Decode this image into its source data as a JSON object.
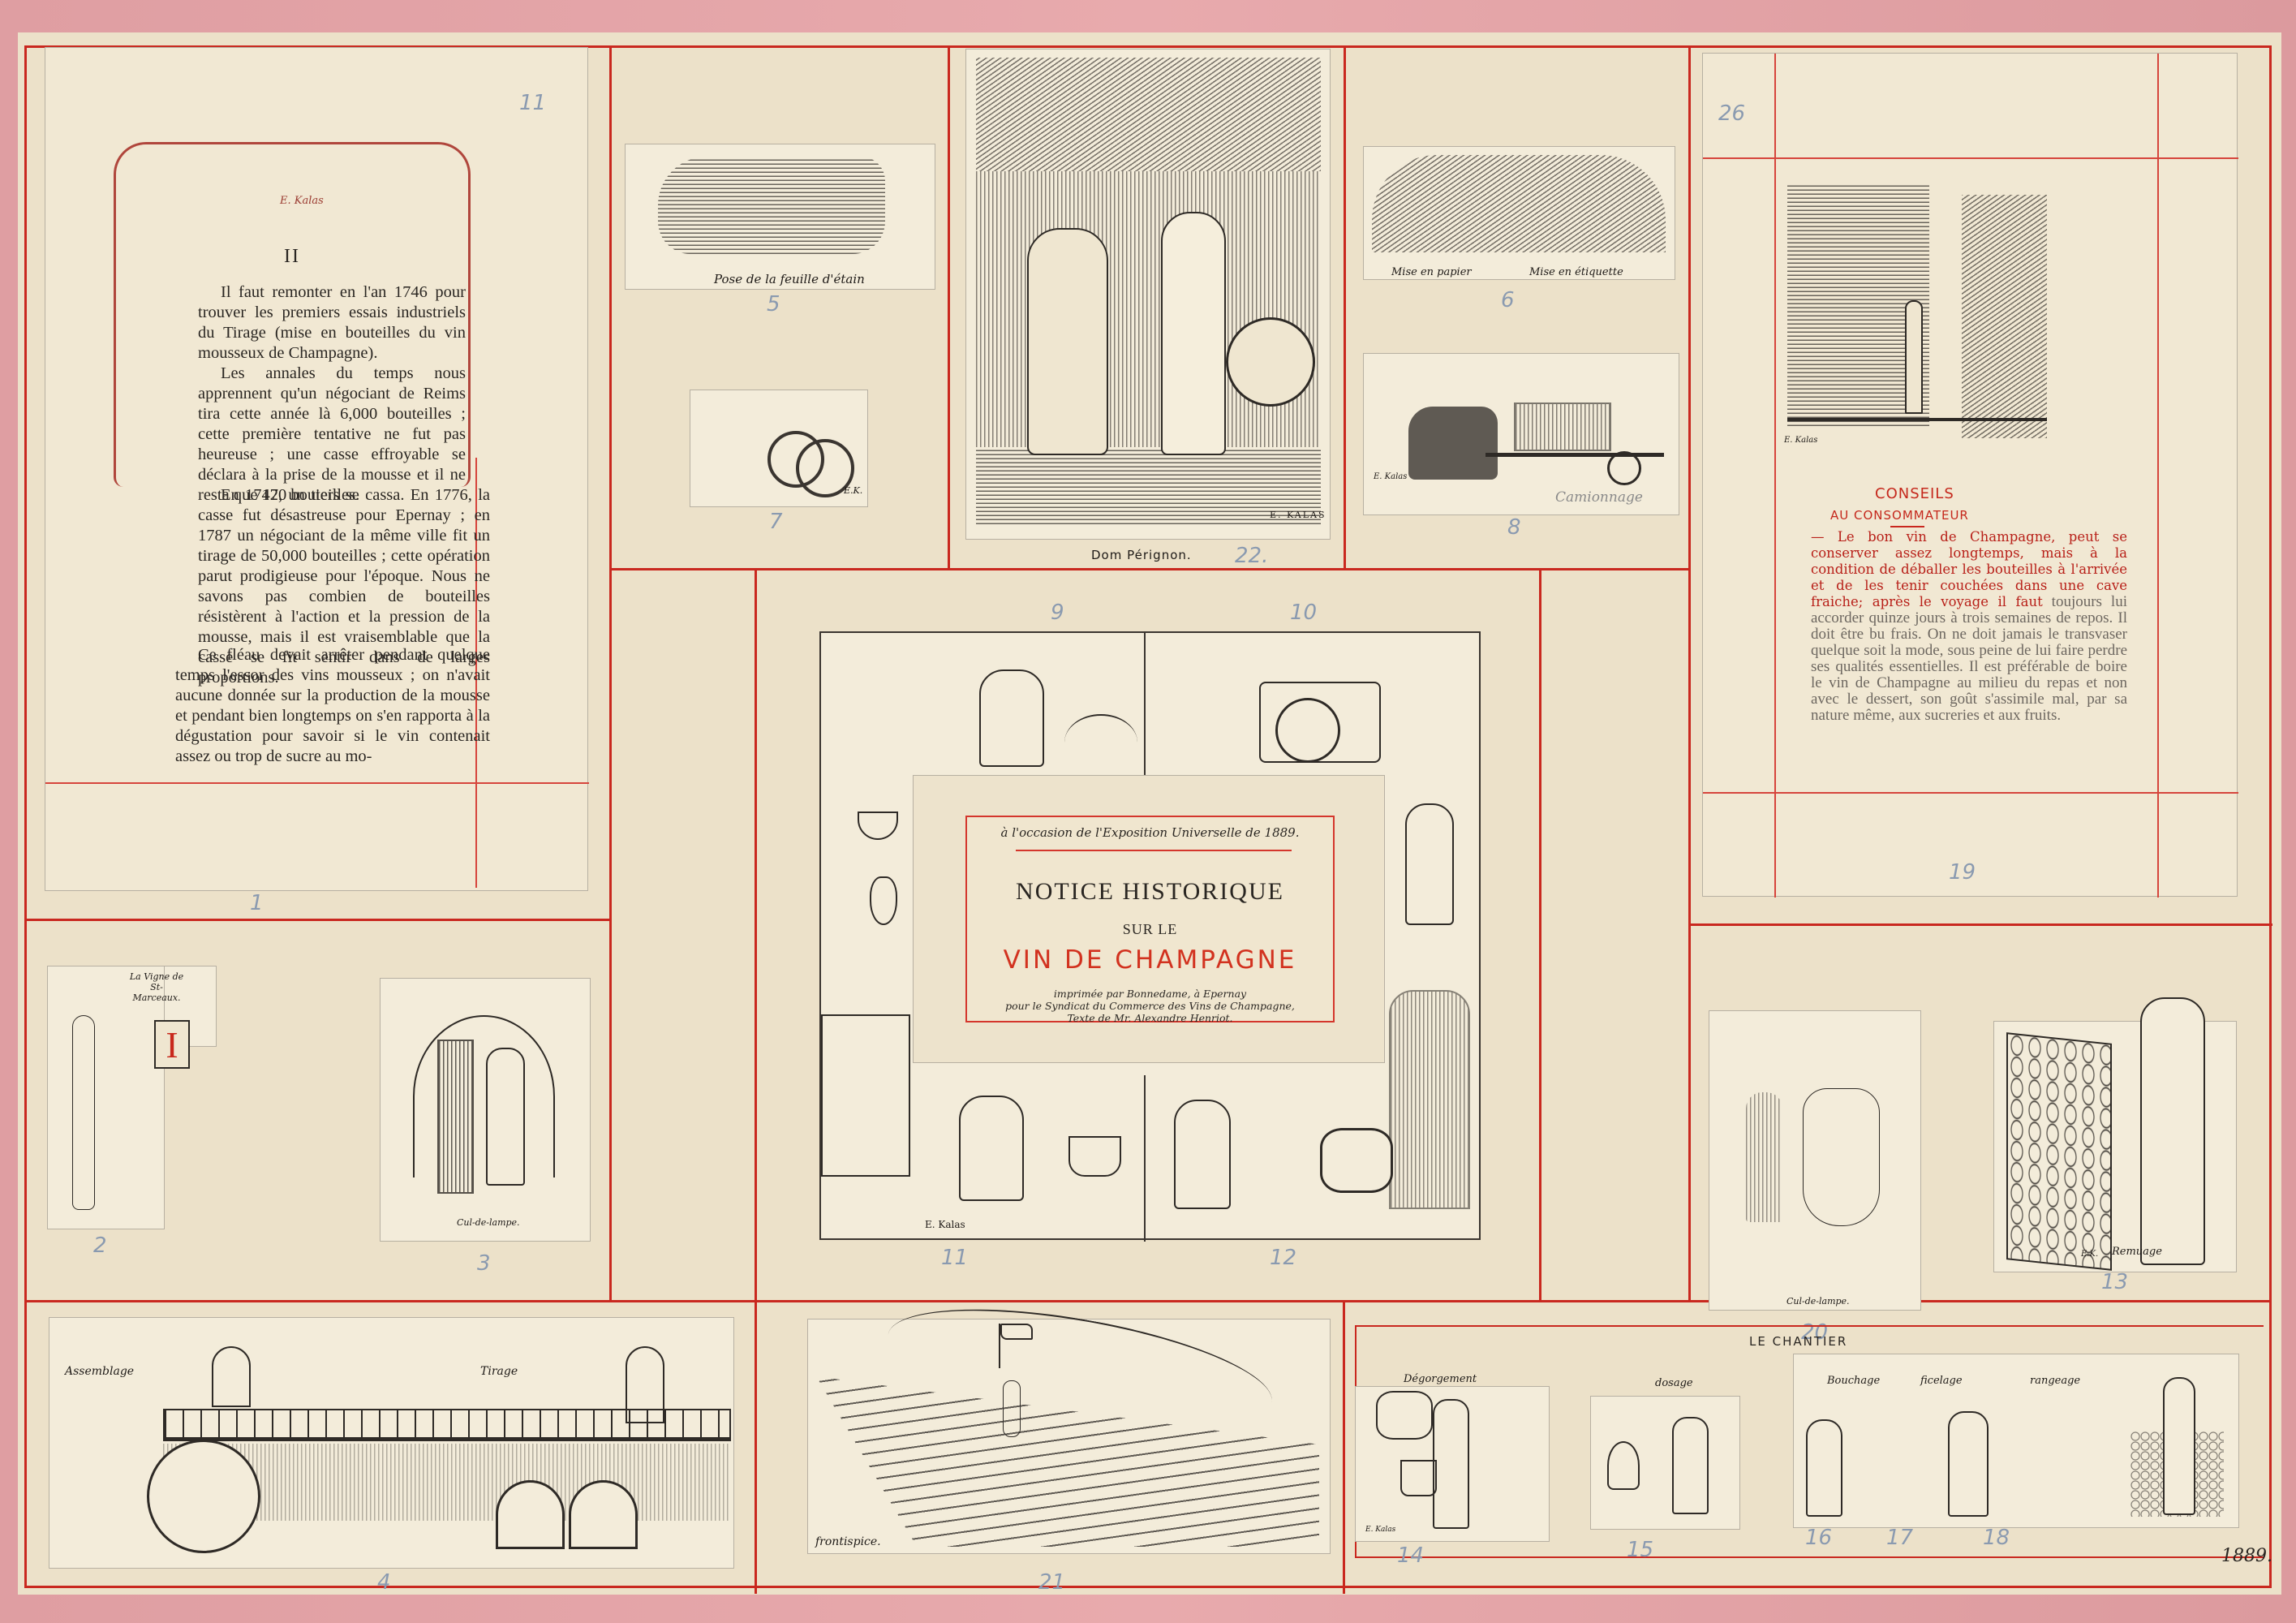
{
  "document": {
    "title": "Notice historique sur le Vin de Champagne — planche de maquette",
    "year_mark": "1889.",
    "colors": {
      "mat": "#e3a1a4",
      "paper": "#ece1c9",
      "rule_red": "#c9281f",
      "title_red": "#d2321f",
      "pencil_numbers": "#8a9ab0"
    }
  },
  "page1": {
    "folio": "11",
    "signature": "E. Kalas",
    "chapter": "II",
    "paragraphs": [
      "Il faut remonter en l'an 1746 pour trouver les premiers essais industriels du Tirage (mise en bouteilles du vin mousseux de Champagne).",
      "Les annales du temps nous apprennent qu'un négociant de Reims tira cette année là 6,000 bouteilles ; cette première tentative ne fut pas heureuse ; une casse effroyable se déclara à la prise de la mousse et il ne resta que 120 bouteilles.",
      "En 1747, un tiers se cassa. En 1776, la casse fut désastreuse pour Epernay ; en 1787 un négociant de la même ville fit un tirage de 50,000 bouteilles ; cette opération parut prodigieuse pour l'époque. Nous ne savons pas combien de bouteilles résistèrent à l'action et la pression de la mousse, mais il est vraisemblable que la casse se fit sentir dans de larges proportions.",
      "Ce fléau devait arrêter pendant quelque temps l'essor des vins mousseux ; on n'avait aucune donnée sur la production de la mousse et pendant bien longtemps on s'en rapporta à la dégustation pour savoir si le vin contenait assez ou trop de sucre au mo-"
    ],
    "plate_number": "1"
  },
  "plates": {
    "p2": {
      "caption": "La Vigne de St-Marceaux.",
      "initial": "I",
      "number": "2"
    },
    "p3": {
      "caption": "Cul-de-lampe.",
      "number": "3"
    },
    "p4": {
      "labels": [
        "Assemblage",
        "Tirage"
      ],
      "number": "4"
    },
    "p5": {
      "caption": "Pose de la feuille d'étain",
      "number": "5"
    },
    "p6": {
      "captions": [
        "Mise en papier",
        "Mise en étiquette"
      ],
      "number": "6"
    },
    "p7": {
      "signature": "E.K.",
      "number": "7"
    },
    "p8": {
      "caption": "Camionnage",
      "signature": "E. Kalas",
      "number": "8"
    },
    "p9": {
      "number": "9"
    },
    "p10": {
      "number": "10"
    },
    "p11": {
      "signature": "E. Kalas",
      "number": "11"
    },
    "p12": {
      "number": "12"
    },
    "p13": {
      "caption": "Remuage",
      "signature": "E.K.",
      "number": "13"
    },
    "p20": {
      "caption": "Cul-de-lampe.",
      "number": "20"
    },
    "p21": {
      "caption": "frontispice.",
      "number": "21"
    },
    "p22": {
      "caption": "Dom Pérignon.",
      "signature": "E. KALAS",
      "number": "22."
    },
    "p19": {
      "folio": "26",
      "signature": "E. Kalas",
      "number": "19"
    }
  },
  "title_card": {
    "occasion": "à l'occasion de l'Exposition Universelle de 1889.",
    "title": "NOTICE HISTORIQUE",
    "sur": "SUR LE",
    "subject": "VIN DE CHAMPAGNE",
    "printer": "imprimée par Bonnedame, à Epernay",
    "syndicate": "pour le Syndicat du Commerce des Vins de Champagne,",
    "author": "Texte de Mr. Alexandre Henriot."
  },
  "conseils": {
    "title_1": "CONSEILS",
    "title_2": "AU CONSOMMATEUR",
    "red_text": "— Le bon vin de Champagne, peut se conserver assez longtemps, mais à la condition de déballer les bouteilles à l'arrivée et de les tenir couchées dans une cave fraiche; après le voyage il faut",
    "grey_text": " toujours lui accorder quinze jours à trois semaines de repos. Il doit être bu frais. On ne doit jamais le transvaser quelque soit la mode, sous peine de lui faire perdre ses qualités essentielles. Il est préférable de boire le vin de Champagne au milieu du repas et non avec le dessert, son goût s'assimile mal, par sa nature même, aux sucreries et aux fruits."
  },
  "chantier": {
    "title": "LE CHANTIER",
    "steps": [
      {
        "label": "Dégorgement",
        "number": "14",
        "signature": "E. Kalas"
      },
      {
        "label": "dosage",
        "number": "15"
      },
      {
        "label": "Bouchage",
        "number": "16"
      },
      {
        "label": "ficelage",
        "number": "17"
      },
      {
        "label": "rangeage",
        "number": "18"
      }
    ]
  }
}
